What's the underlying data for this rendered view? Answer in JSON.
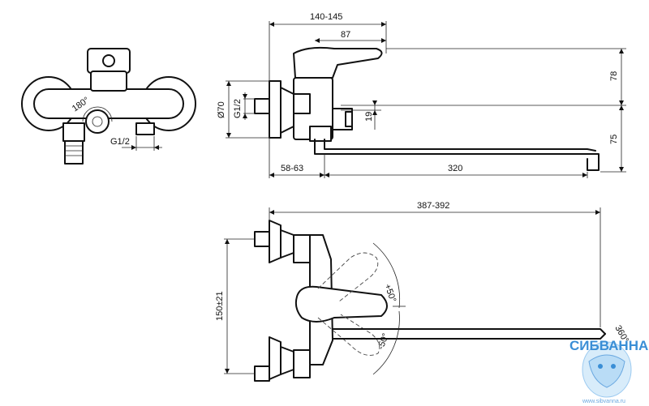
{
  "dimensions": {
    "front_view": {
      "rotation": "180°",
      "thread": "G1/2"
    },
    "side_view": {
      "overall_height": "140-145",
      "handle_reach": "87",
      "height_upper": "78",
      "diameter": "Ø70",
      "thread": "G1/2",
      "offset": "19",
      "height_lower": "75",
      "wall_depth": "58-63",
      "spout_length": "320"
    },
    "top_view": {
      "overall_length": "387-392",
      "centers": "150±21",
      "angle_up": "+50°",
      "angle_down": "-50°",
      "spout_swivel": "360°"
    }
  },
  "watermark": {
    "brand": "СИБВАННА",
    "url": "www.sibvanna.ru"
  }
}
